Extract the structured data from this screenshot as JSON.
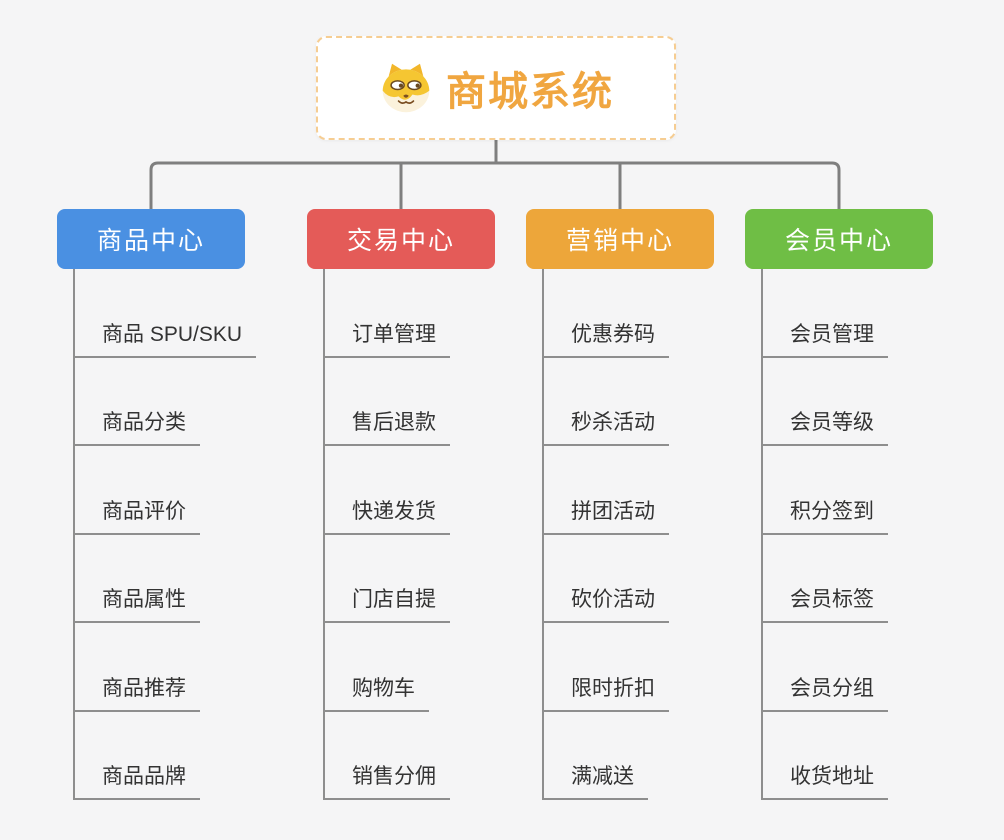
{
  "root": {
    "title": "商城系统",
    "icon": "shiba-dog-icon"
  },
  "branches": [
    {
      "label": "商品中心",
      "color": "#4a90e2",
      "children": [
        "商品 SPU/SKU",
        "商品分类",
        "商品评价",
        "商品属性",
        "商品推荐",
        "商品品牌"
      ]
    },
    {
      "label": "交易中心",
      "color": "#e45b58",
      "children": [
        "订单管理",
        "售后退款",
        "快递发货",
        "门店自提",
        "购物车",
        "销售分佣"
      ]
    },
    {
      "label": "营销中心",
      "color": "#eda63a",
      "children": [
        "优惠券码",
        "秒杀活动",
        "拼团活动",
        "砍价活动",
        "限时折扣",
        "满减送"
      ]
    },
    {
      "label": "会员中心",
      "color": "#6fbe45",
      "children": [
        "会员管理",
        "会员等级",
        "积分签到",
        "会员标签",
        "会员分组",
        "收货地址"
      ]
    }
  ],
  "colors": {
    "root_title": "#f0a640",
    "root_border": "#f6cd92",
    "connector_line": "#7f7f7f",
    "leaf_line": "#8e8e8e",
    "leaf_text": "#333333",
    "background": "#f5f5f6"
  }
}
